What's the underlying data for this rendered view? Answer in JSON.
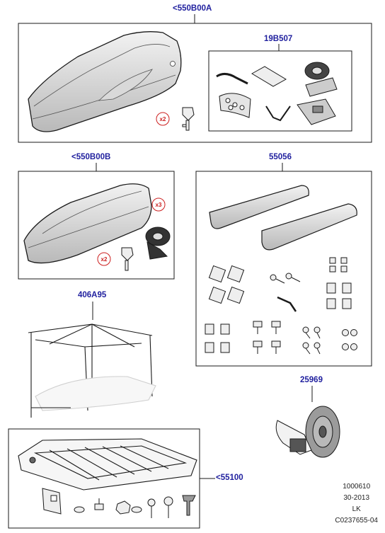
{
  "callouts": {
    "roof_box_large": "<550B00A",
    "box_fitting_kit": "19B507",
    "roof_box_small": "<550B00B",
    "ski_carrier": "55056",
    "box_lifter": "406A95",
    "strap": "25969",
    "roof_tray": "<55100"
  },
  "multipliers": {
    "keys_a": "x2",
    "keys_b": "x2",
    "straps_b": "x3"
  },
  "meta": {
    "number": "1000610",
    "date": "30-2013",
    "initials": "LK",
    "ref": "C0237655-04"
  },
  "colors": {
    "callout_text": "#1f1f9e",
    "multiplier_red": "#cc1f1f",
    "line": "#1a1a1a"
  }
}
